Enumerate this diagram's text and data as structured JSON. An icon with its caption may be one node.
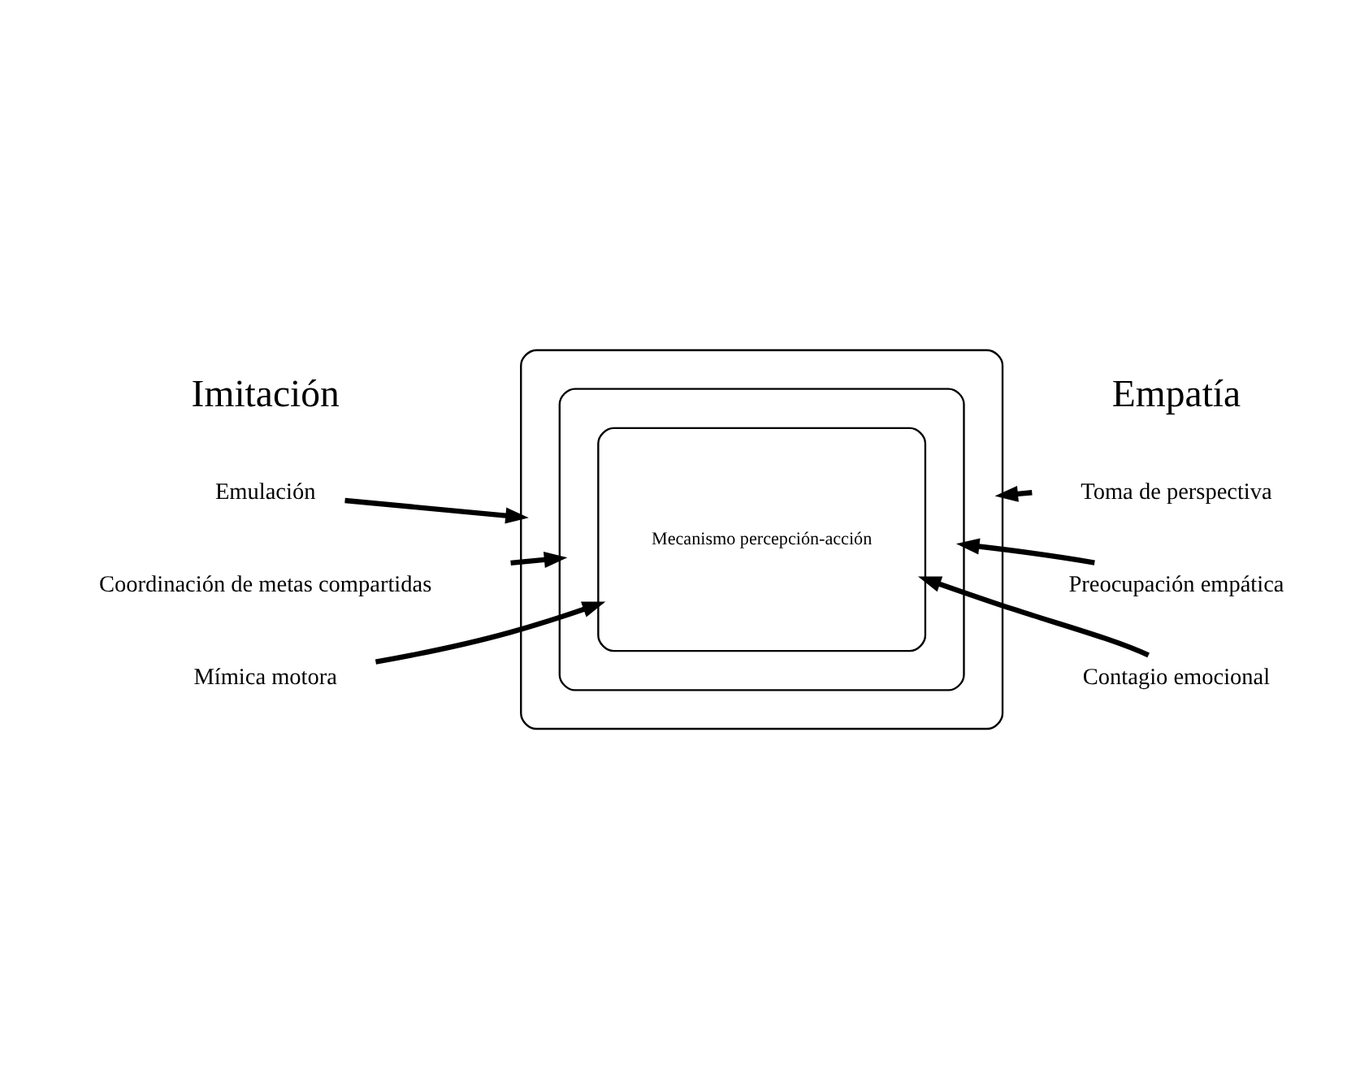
{
  "diagram": {
    "nodes": [
      {
        "text": [],
        "shape": "box"
      },
      {
        "text": [],
        "shape": "box",
        "in": 0
      },
      {
        "text": [
          "Mecanismo percepción-acción"
        ],
        "in": 1
      },
      {
        "text": [
          "Emulación"
        ]
      },
      {
        "text": [
          "Toma de perspectiva"
        ]
      },
      {
        "text": [
          "Coordinación de metas compartidas"
        ]
      },
      {
        "text": [
          "Preocupación empática"
        ]
      },
      {
        "text": [
          "Mímica motora"
        ]
      },
      {
        "text": [
          "Contagio emocional"
        ]
      }
    ],
    "edges": [
      {
        "from": 3,
        "to": 0,
        "arrow": "to"
      },
      {
        "from": 4,
        "to": 0,
        "arrow": "to"
      },
      {
        "from": 5,
        "to": 1,
        "arrow": "to"
      },
      {
        "from": 6,
        "to": 1,
        "arrow": "to"
      },
      {
        "from": 7,
        "to": 2,
        "arrow": "to"
      },
      {
        "from": 8,
        "to": 2,
        "arrow": "to"
      }
    ],
    "labels": [
      "Imitación",
      "Empatía"
    ]
  }
}
